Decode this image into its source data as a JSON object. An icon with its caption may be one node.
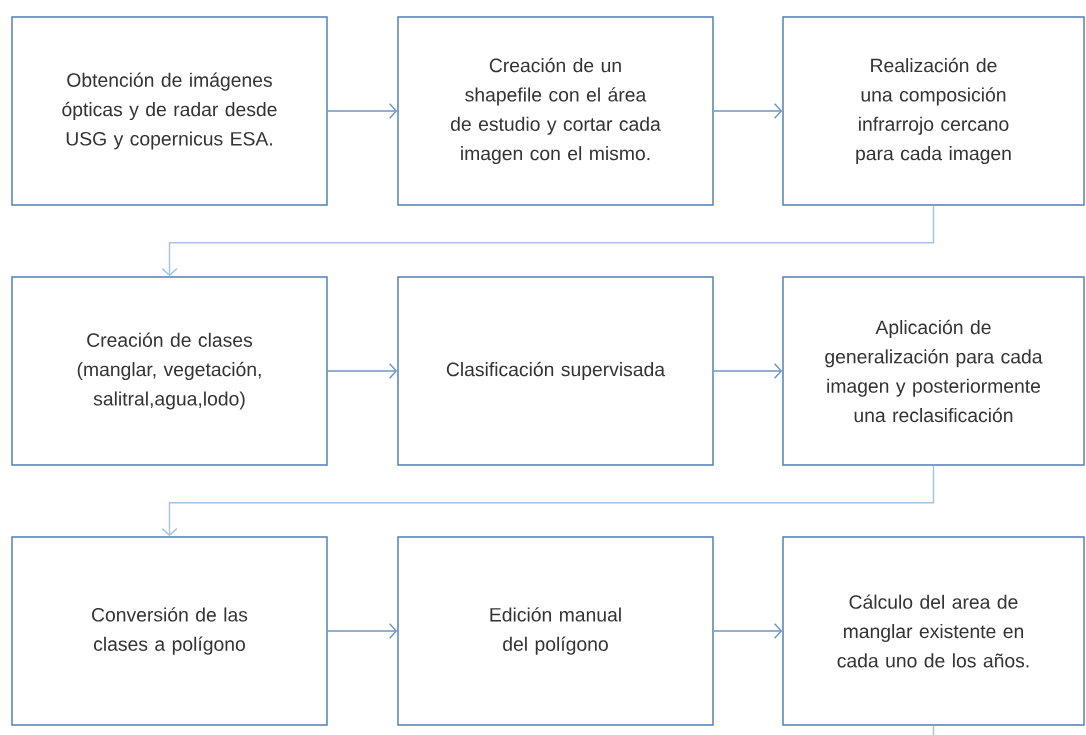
{
  "diagram": {
    "nodes": [
      {
        "text": [
          "Obtención de imágenes ópticas y de radar desde USG y copernicus ESA."
        ]
      },
      {
        "text": [
          "Creación de un shapefile con el área de estudio y cortar cada imagen con el mismo."
        ]
      },
      {
        "text": [
          "Realización de una composición infrarrojo cercano para cada imagen"
        ]
      },
      {
        "text": [
          "Creación de clases (manglar, vegetación, salitral,agua,lodo)"
        ]
      },
      {
        "text": [
          "Clasificación supervisada"
        ]
      },
      {
        "text": [
          "Aplicación de generalización para cada imagen y posteriormente una reclasificación"
        ]
      },
      {
        "text": [
          "Conversión de las clases a polígono"
        ]
      },
      {
        "text": [
          "Edición manual del polígono"
        ]
      },
      {
        "text": [
          "Cálculo del area de manglar existente en cada uno de los años."
        ]
      }
    ],
    "edges": [
      {
        "from": 0,
        "to": 1,
        "arrow": "to"
      },
      {
        "from": 1,
        "to": 2,
        "arrow": "to"
      },
      {
        "from": 2,
        "to": 3,
        "arrow": "to",
        "color": "#a6c3e3"
      },
      {
        "from": 3,
        "to": 4,
        "arrow": "to"
      },
      {
        "from": 4,
        "to": 5,
        "arrow": "to"
      },
      {
        "from": 5,
        "to": 6,
        "arrow": "to",
        "color": "#a6c3e3"
      },
      {
        "from": 6,
        "to": 7,
        "arrow": "to"
      },
      {
        "from": 7,
        "to": 8,
        "arrow": "to"
      },
      {
        "from": 8,
        "to": null,
        "arrow": "none",
        "color": "#a6c3e3"
      }
    ]
  }
}
